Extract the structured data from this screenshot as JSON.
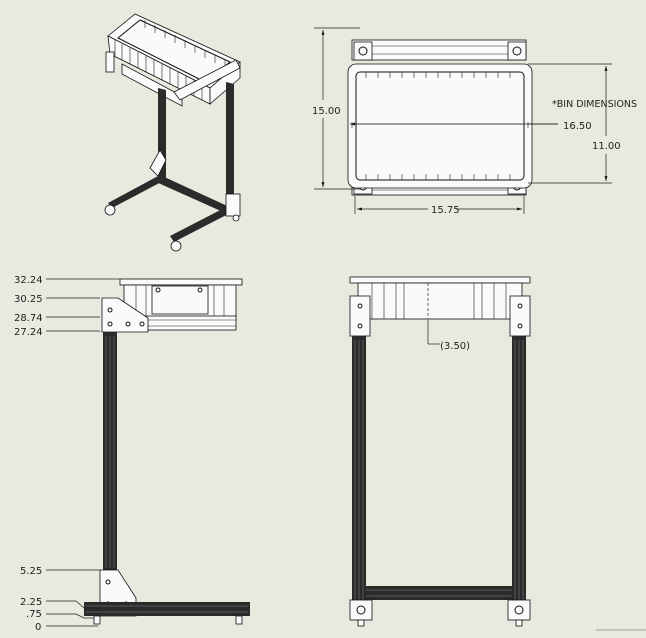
{
  "top_view": {
    "height": "15.00",
    "bin_inner": "11.00",
    "bin_outer": "16.50",
    "note": "*BIN DIMENSIONS",
    "frame_width": "15.75"
  },
  "side_view": {
    "elevations": [
      "32.24",
      "30.25",
      "28.74",
      "27.24",
      "5.25",
      "2.25",
      ".75",
      "0"
    ]
  },
  "front_view": {
    "bin_depth": "(3.50)"
  }
}
